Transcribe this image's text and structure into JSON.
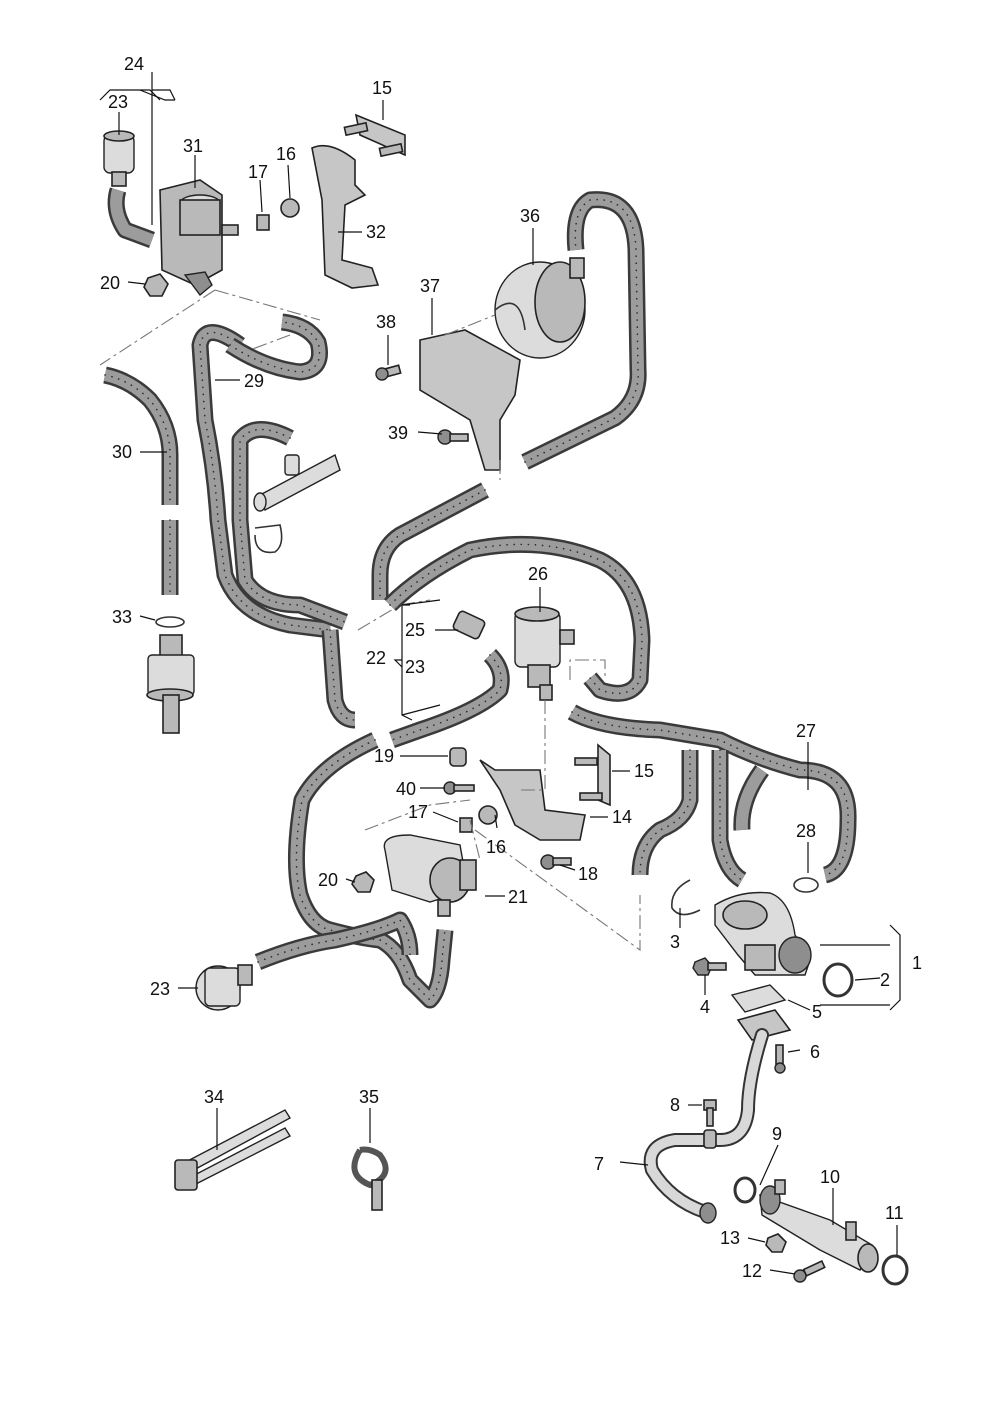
{
  "diagram": {
    "labels": [
      "24",
      "23",
      "31",
      "17",
      "16",
      "15",
      "32",
      "20",
      "36",
      "37",
      "38",
      "29",
      "30",
      "39",
      "26",
      "25",
      "22",
      "23",
      "33",
      "19",
      "40",
      "15",
      "14",
      "17",
      "16",
      "27",
      "28",
      "18",
      "20",
      "21",
      "3",
      "1",
      "2",
      "4",
      "5",
      "23",
      "6",
      "34",
      "35",
      "8",
      "9",
      "7",
      "10",
      "11",
      "13",
      "12"
    ]
  }
}
